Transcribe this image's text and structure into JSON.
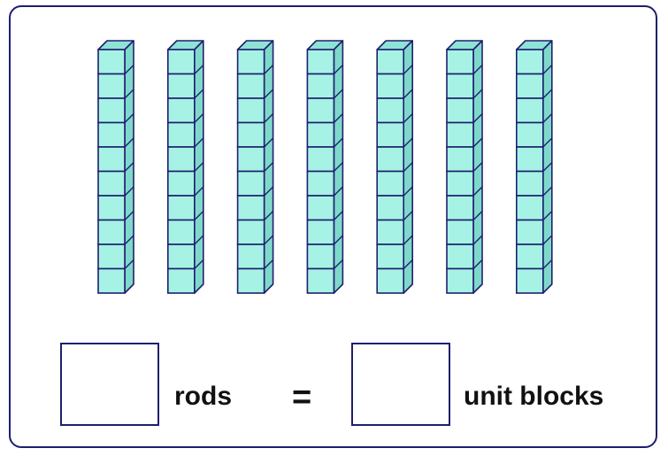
{
  "model": {
    "rod_count": 7,
    "cubes_per_rod": 10,
    "colors": {
      "cube_face": "#a6f3e6",
      "cube_side": "#7fd9cb",
      "cube_top": "#8fe3d6",
      "outline": "#1f1f6e"
    }
  },
  "answer": {
    "rods_label": "rods",
    "equals_symbol": "=",
    "units_label": "unit blocks",
    "rods_value": "",
    "units_value": ""
  }
}
